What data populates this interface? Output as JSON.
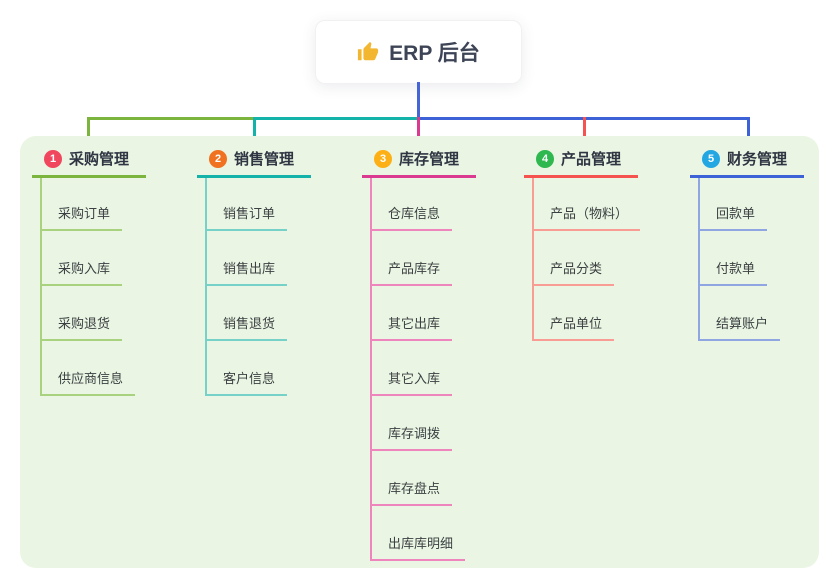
{
  "root": {
    "title": "ERP 后台",
    "icon": "thumbs-up-icon",
    "icon_color": "#f2b630",
    "box_color": "#ffffff"
  },
  "panel_color": "#eaf6e3",
  "connectors": {
    "root_stem": "#4565d8",
    "branch_1": "#7cb53e",
    "branch_2": "#13b3a9",
    "branch_3": "#db3a91",
    "branch_4": "#f4534f",
    "branch_5": "#3d62d8"
  },
  "branches": [
    {
      "badge": "1",
      "title": "采购管理",
      "badge_color": "#f0475f",
      "line_color": "#7cb53e",
      "child_line_color": "#a9d27f",
      "children": [
        "采购订单",
        "采购入库",
        "采购退货",
        "供应商信息"
      ]
    },
    {
      "badge": "2",
      "title": "销售管理",
      "badge_color": "#f0711f",
      "line_color": "#13b3a9",
      "child_line_color": "#76d2c9",
      "children": [
        "销售订单",
        "销售出库",
        "销售退货",
        "客户信息"
      ]
    },
    {
      "badge": "3",
      "title": "库存管理",
      "badge_color": "#fcb016",
      "line_color": "#db3a91",
      "child_line_color": "#ee85bc",
      "children": [
        "仓库信息",
        "产品库存",
        "其它出库",
        "其它入库",
        "库存调拨",
        "库存盘点",
        "出库库明细"
      ]
    },
    {
      "badge": "4",
      "title": "产品管理",
      "badge_color": "#2eb84f",
      "line_color": "#f4534f",
      "child_line_color": "#f89c94",
      "children": [
        "产品（物料）",
        "产品分类",
        "产品单位"
      ]
    },
    {
      "badge": "5",
      "title": "财务管理",
      "badge_color": "#22a7e2",
      "line_color": "#3d62d8",
      "child_line_color": "#90a6e3",
      "children": [
        "回款单",
        "付款单",
        "结算账户"
      ]
    }
  ]
}
